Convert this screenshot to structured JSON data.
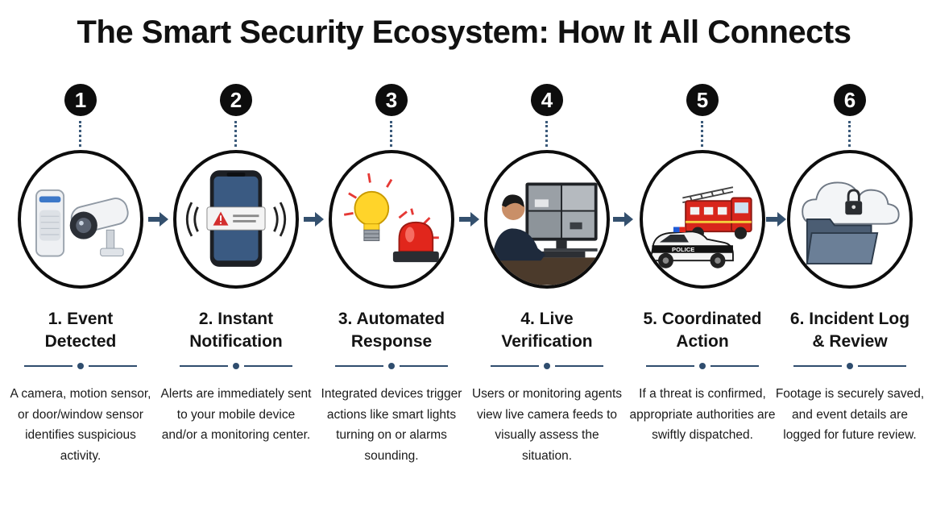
{
  "title": "The Smart Security Ecosystem: How It All Connects",
  "colors": {
    "accent": "#2f4d6e",
    "badge": "#0d0d0d"
  },
  "steps": [
    {
      "number": "1",
      "title_line1": "1. Event",
      "title_line2": "Detected",
      "description": "A camera, motion sensor, or door/window sensor identifies suspicious activity.",
      "icon": "camera-sensor-icon"
    },
    {
      "number": "2",
      "title_line1": "2. Instant",
      "title_line2": "Notification",
      "description": "Alerts are immediately sent to your mobile device and/or a monitoring center.",
      "icon": "phone-alert-icon"
    },
    {
      "number": "3",
      "title_line1": "3. Automated",
      "title_line2": "Response",
      "description": "Integrated devices trigger actions like smart lights turning on or alarms sounding.",
      "icon": "lightbulb-siren-icon"
    },
    {
      "number": "4",
      "title_line1": "4. Live",
      "title_line2": "Verification",
      "description": "Users or monitoring agents view live camera feeds to visually assess the situation.",
      "icon": "monitoring-agent-icon"
    },
    {
      "number": "5",
      "title_line1": "5. Coordinated",
      "title_line2": "Action",
      "description": "If a threat is confirmed, appropriate authorities are swiftly dispatched.",
      "icon": "emergency-vehicles-icon"
    },
    {
      "number": "6",
      "title_line1": "6. Incident Log",
      "title_line2": "& Review",
      "description": "Footage is securely saved, and event details are logged for future review.",
      "icon": "cloud-folder-icon"
    }
  ],
  "illustration": {
    "police_label": "POLICE"
  }
}
